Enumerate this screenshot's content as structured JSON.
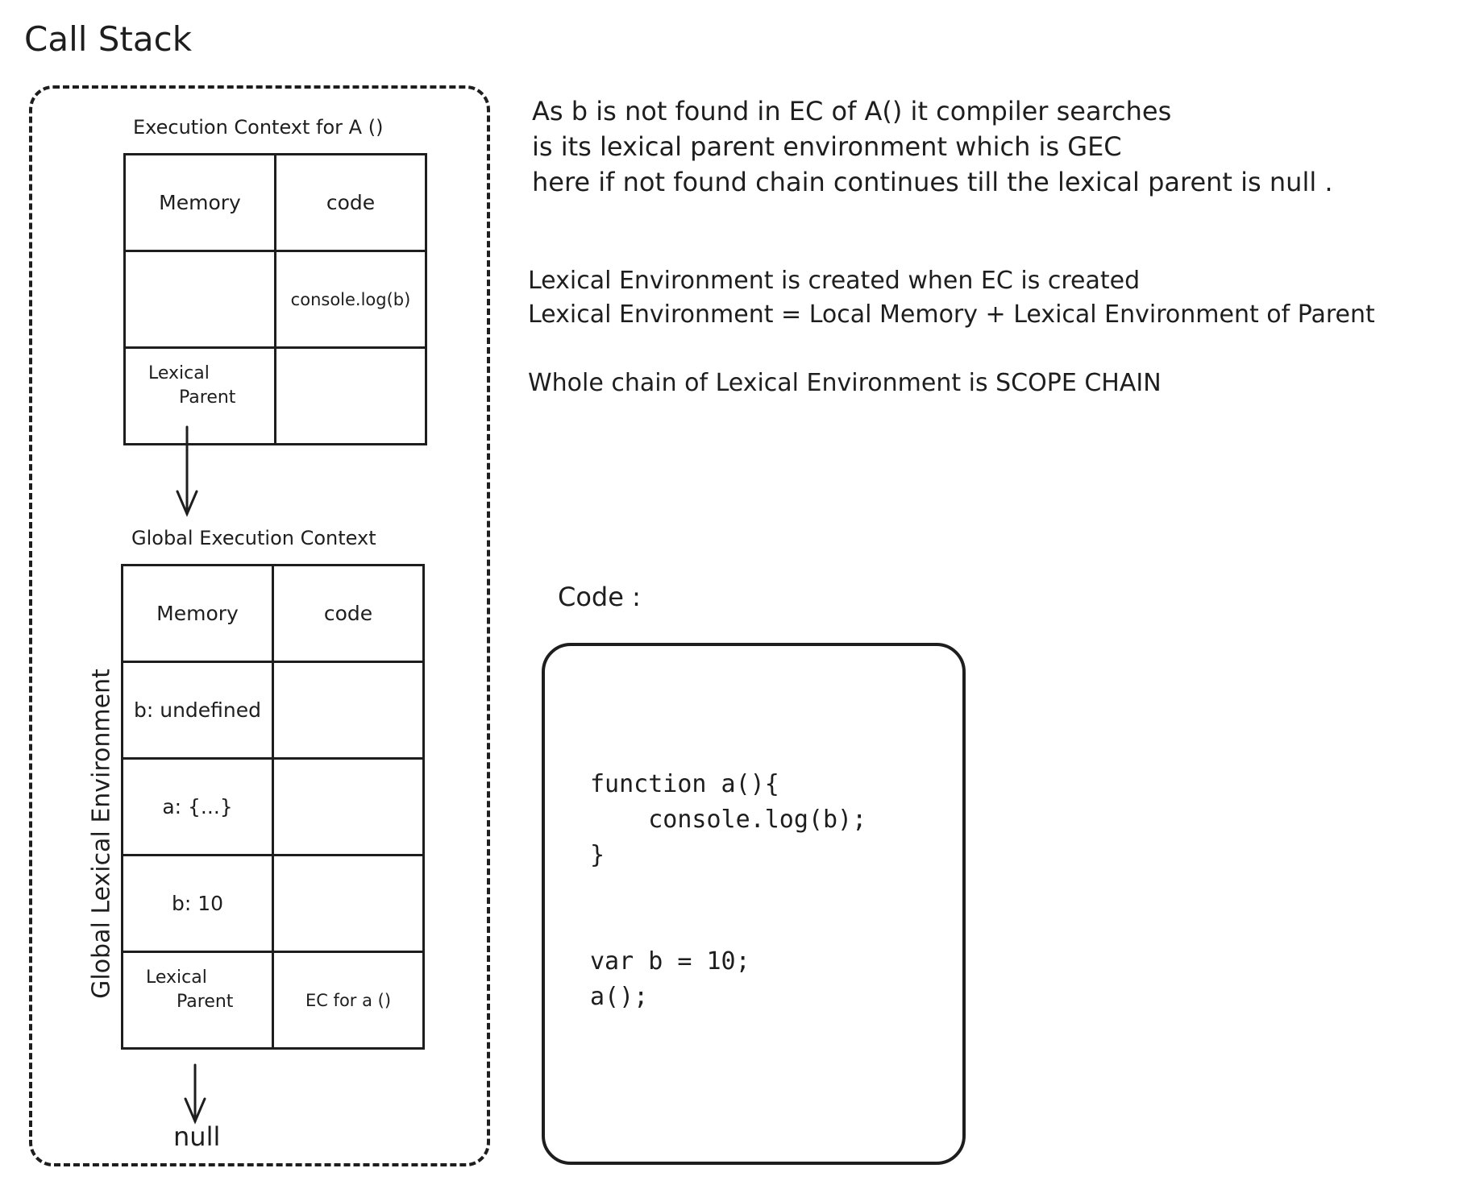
{
  "title": "Call Stack",
  "ec_a": {
    "title": "Execution Context for A ()",
    "rows": [
      [
        "Memory",
        "code"
      ],
      [
        "",
        "console.log(b)"
      ],
      [
        "Lexical Parent",
        ""
      ]
    ]
  },
  "gec": {
    "title": "Global Execution Context",
    "rows": [
      [
        "Memory",
        "code"
      ],
      [
        "b: undefined",
        ""
      ],
      [
        "a: {...}",
        ""
      ],
      [
        "b: 10",
        ""
      ],
      [
        "Lexical Parent",
        "EC for a ()"
      ]
    ]
  },
  "lexical_labels": {
    "line1": "Lexical",
    "line2": "Parent"
  },
  "global_lexical_env": "Global Lexical Environment",
  "null_label": "null",
  "notes": {
    "para1": [
      "As b is not found in EC of A() it compiler searches",
      "is its lexical parent environment which is GEC",
      "here if not found chain continues till the lexical parent is null ."
    ],
    "para2": [
      "Lexical Environment is created when EC is created",
      "Lexical Environment = Local Memory + Lexical Environment of Parent"
    ],
    "para3": "Whole chain of Lexical Environment is SCOPE CHAIN"
  },
  "code": {
    "label": "Code :",
    "lines": [
      "function a(){",
      "    console.log(b);",
      "}",
      "",
      "",
      "var b = 10;",
      "a();"
    ]
  }
}
